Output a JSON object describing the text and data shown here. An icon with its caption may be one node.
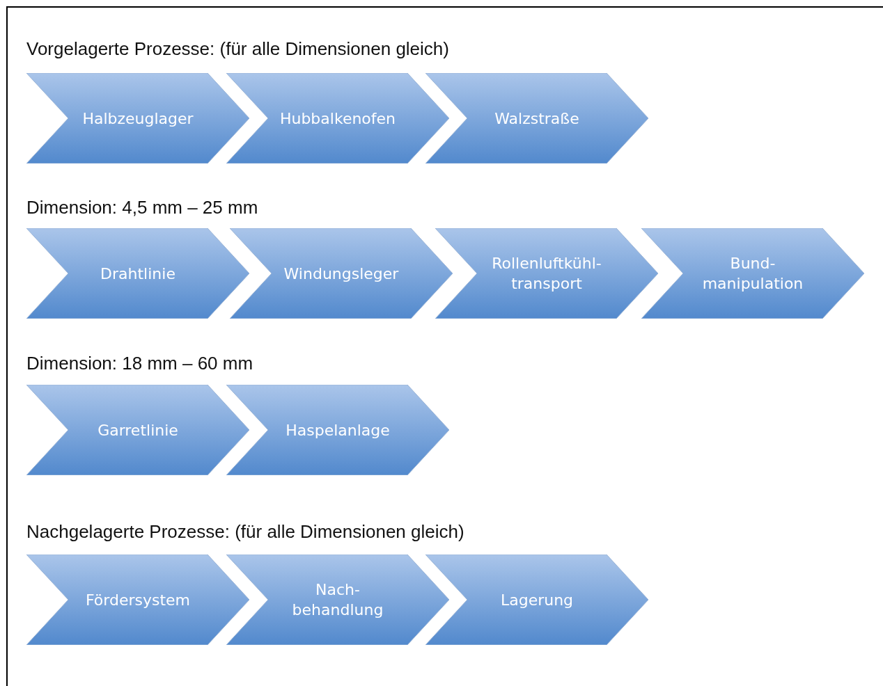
{
  "diagram": {
    "nodes": [
      {
        "text": [
          "Halbzeuglager"
        ]
      },
      {
        "text": [
          "Hubbalkenofen"
        ]
      },
      {
        "text": [
          "Walzstraße"
        ]
      },
      {
        "text": [
          "Drahtlinie"
        ]
      },
      {
        "text": [
          "Windungsleger"
        ]
      },
      {
        "text": [
          "Rollenluftkühl- transport"
        ]
      },
      {
        "text": [
          "Bund- manipulation"
        ]
      },
      {
        "text": [
          "Garretlinie"
        ]
      },
      {
        "text": [
          "Haspelanlage"
        ]
      },
      {
        "text": [
          "Fördersystem"
        ]
      },
      {
        "text": [
          "Nach- behandlung"
        ]
      },
      {
        "text": [
          "Lagerung"
        ]
      }
    ],
    "labels": [
      "Vorgelagerte Prozesse: (für alle Dimensionen gleich)",
      "Dimension: 4,5 mm – 25 mm",
      "Dimension: 18 mm – 60 mm",
      "Nachgelagerte Prozesse: (für alle Dimensionen gleich)"
    ]
  }
}
